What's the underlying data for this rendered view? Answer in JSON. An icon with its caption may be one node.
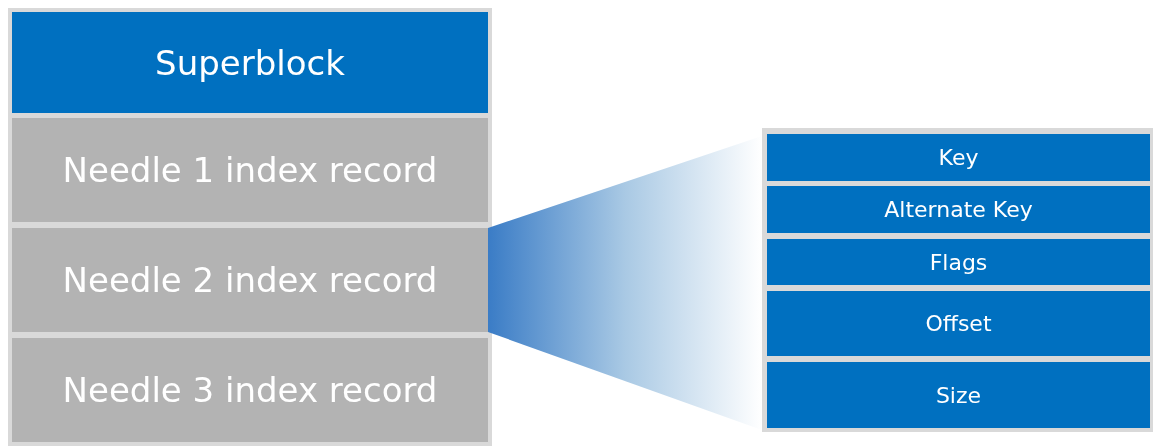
{
  "diagram": {
    "nodes": [
      {
        "text": [
          "Superblock"
        ]
      },
      {
        "text": [
          "Needle 1 index record"
        ]
      },
      {
        "text": [
          "Needle 2 index record"
        ]
      },
      {
        "text": [
          "Needle 3 index record"
        ]
      },
      {
        "text": [],
        "shape": "box"
      },
      {
        "text": [
          "Key"
        ],
        "in": 4
      },
      {
        "text": [
          "Alternate Key"
        ],
        "in": 4
      },
      {
        "text": [
          "Flags"
        ],
        "in": 4
      },
      {
        "text": [
          "Offset"
        ],
        "in": 4
      },
      {
        "text": [
          "Size"
        ],
        "in": 4
      }
    ],
    "edges": [
      {
        "from": 2,
        "to": 4,
        "arrow": "none"
      }
    ]
  }
}
